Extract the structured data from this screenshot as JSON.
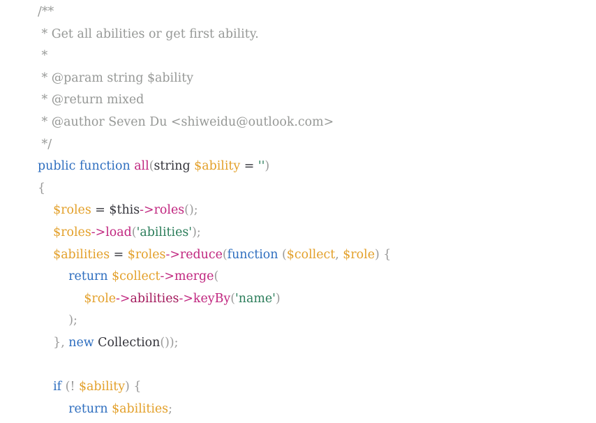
{
  "colors": {
    "background": "#ffffff",
    "comment": "#969896",
    "keyword": "#2e6ebf",
    "plain": "#33333a",
    "variable": "#e3a02a",
    "method": "#c0267f",
    "property": "#a3195c",
    "string": "#2b7d5a",
    "punctuation": "#9a9a9a"
  },
  "code": {
    "lines": [
      [
        {
          "t": "/**",
          "k": "comment"
        }
      ],
      [
        {
          "t": " * Get all abilities or get first ability.",
          "k": "comment"
        }
      ],
      [
        {
          "t": " *",
          "k": "comment"
        }
      ],
      [
        {
          "t": " * @param string $ability",
          "k": "comment"
        }
      ],
      [
        {
          "t": " * @return mixed",
          "k": "comment"
        }
      ],
      [
        {
          "t": " * @author Seven Du <shiweidu@outlook.com>",
          "k": "comment"
        }
      ],
      [
        {
          "t": " */",
          "k": "comment"
        }
      ],
      [
        {
          "t": "public function ",
          "k": "keyword"
        },
        {
          "t": "all",
          "k": "method"
        },
        {
          "t": "(",
          "k": "punct"
        },
        {
          "t": "string ",
          "k": "plain"
        },
        {
          "t": "$ability",
          "k": "var"
        },
        {
          "t": " = ",
          "k": "plain"
        },
        {
          "t": "''",
          "k": "string"
        },
        {
          "t": ")",
          "k": "punct"
        }
      ],
      [
        {
          "t": "{",
          "k": "punct"
        }
      ],
      [
        {
          "t": "    ",
          "k": "plain"
        },
        {
          "t": "$roles",
          "k": "var"
        },
        {
          "t": " = $this",
          "k": "plain"
        },
        {
          "t": "->",
          "k": "method"
        },
        {
          "t": "roles",
          "k": "method"
        },
        {
          "t": "();",
          "k": "punct"
        }
      ],
      [
        {
          "t": "    ",
          "k": "plain"
        },
        {
          "t": "$roles",
          "k": "var"
        },
        {
          "t": "->",
          "k": "method"
        },
        {
          "t": "load",
          "k": "method"
        },
        {
          "t": "(",
          "k": "punct"
        },
        {
          "t": "'abilities'",
          "k": "string"
        },
        {
          "t": ");",
          "k": "punct"
        }
      ],
      [
        {
          "t": "    ",
          "k": "plain"
        },
        {
          "t": "$abilities",
          "k": "var"
        },
        {
          "t": " = ",
          "k": "plain"
        },
        {
          "t": "$roles",
          "k": "var"
        },
        {
          "t": "->",
          "k": "method"
        },
        {
          "t": "reduce",
          "k": "method"
        },
        {
          "t": "(",
          "k": "punct"
        },
        {
          "t": "function ",
          "k": "keyword"
        },
        {
          "t": "(",
          "k": "punct"
        },
        {
          "t": "$collect",
          "k": "var"
        },
        {
          "t": ", ",
          "k": "punct"
        },
        {
          "t": "$role",
          "k": "var"
        },
        {
          "t": ") {",
          "k": "punct"
        }
      ],
      [
        {
          "t": "        ",
          "k": "plain"
        },
        {
          "t": "return ",
          "k": "keyword"
        },
        {
          "t": "$collect",
          "k": "var"
        },
        {
          "t": "->",
          "k": "method"
        },
        {
          "t": "merge",
          "k": "method"
        },
        {
          "t": "(",
          "k": "punct"
        }
      ],
      [
        {
          "t": "            ",
          "k": "plain"
        },
        {
          "t": "$role",
          "k": "var"
        },
        {
          "t": "->",
          "k": "method"
        },
        {
          "t": "abilities",
          "k": "prop"
        },
        {
          "t": "->",
          "k": "method"
        },
        {
          "t": "keyBy",
          "k": "method"
        },
        {
          "t": "(",
          "k": "punct"
        },
        {
          "t": "'name'",
          "k": "string"
        },
        {
          "t": ")",
          "k": "punct"
        }
      ],
      [
        {
          "t": "        ",
          "k": "plain"
        },
        {
          "t": ");",
          "k": "punct"
        }
      ],
      [
        {
          "t": "    ",
          "k": "plain"
        },
        {
          "t": "}, ",
          "k": "punct"
        },
        {
          "t": "new ",
          "k": "keyword"
        },
        {
          "t": "Collection",
          "k": "plain"
        },
        {
          "t": "());",
          "k": "punct"
        }
      ],
      [
        {
          "t": "",
          "k": "plain"
        }
      ],
      [
        {
          "t": "    ",
          "k": "plain"
        },
        {
          "t": "if ",
          "k": "keyword"
        },
        {
          "t": "(! ",
          "k": "punct"
        },
        {
          "t": "$ability",
          "k": "var"
        },
        {
          "t": ") {",
          "k": "punct"
        }
      ],
      [
        {
          "t": "        ",
          "k": "plain"
        },
        {
          "t": "return ",
          "k": "keyword"
        },
        {
          "t": "$abilities",
          "k": "var"
        },
        {
          "t": ";",
          "k": "punct"
        }
      ]
    ]
  }
}
